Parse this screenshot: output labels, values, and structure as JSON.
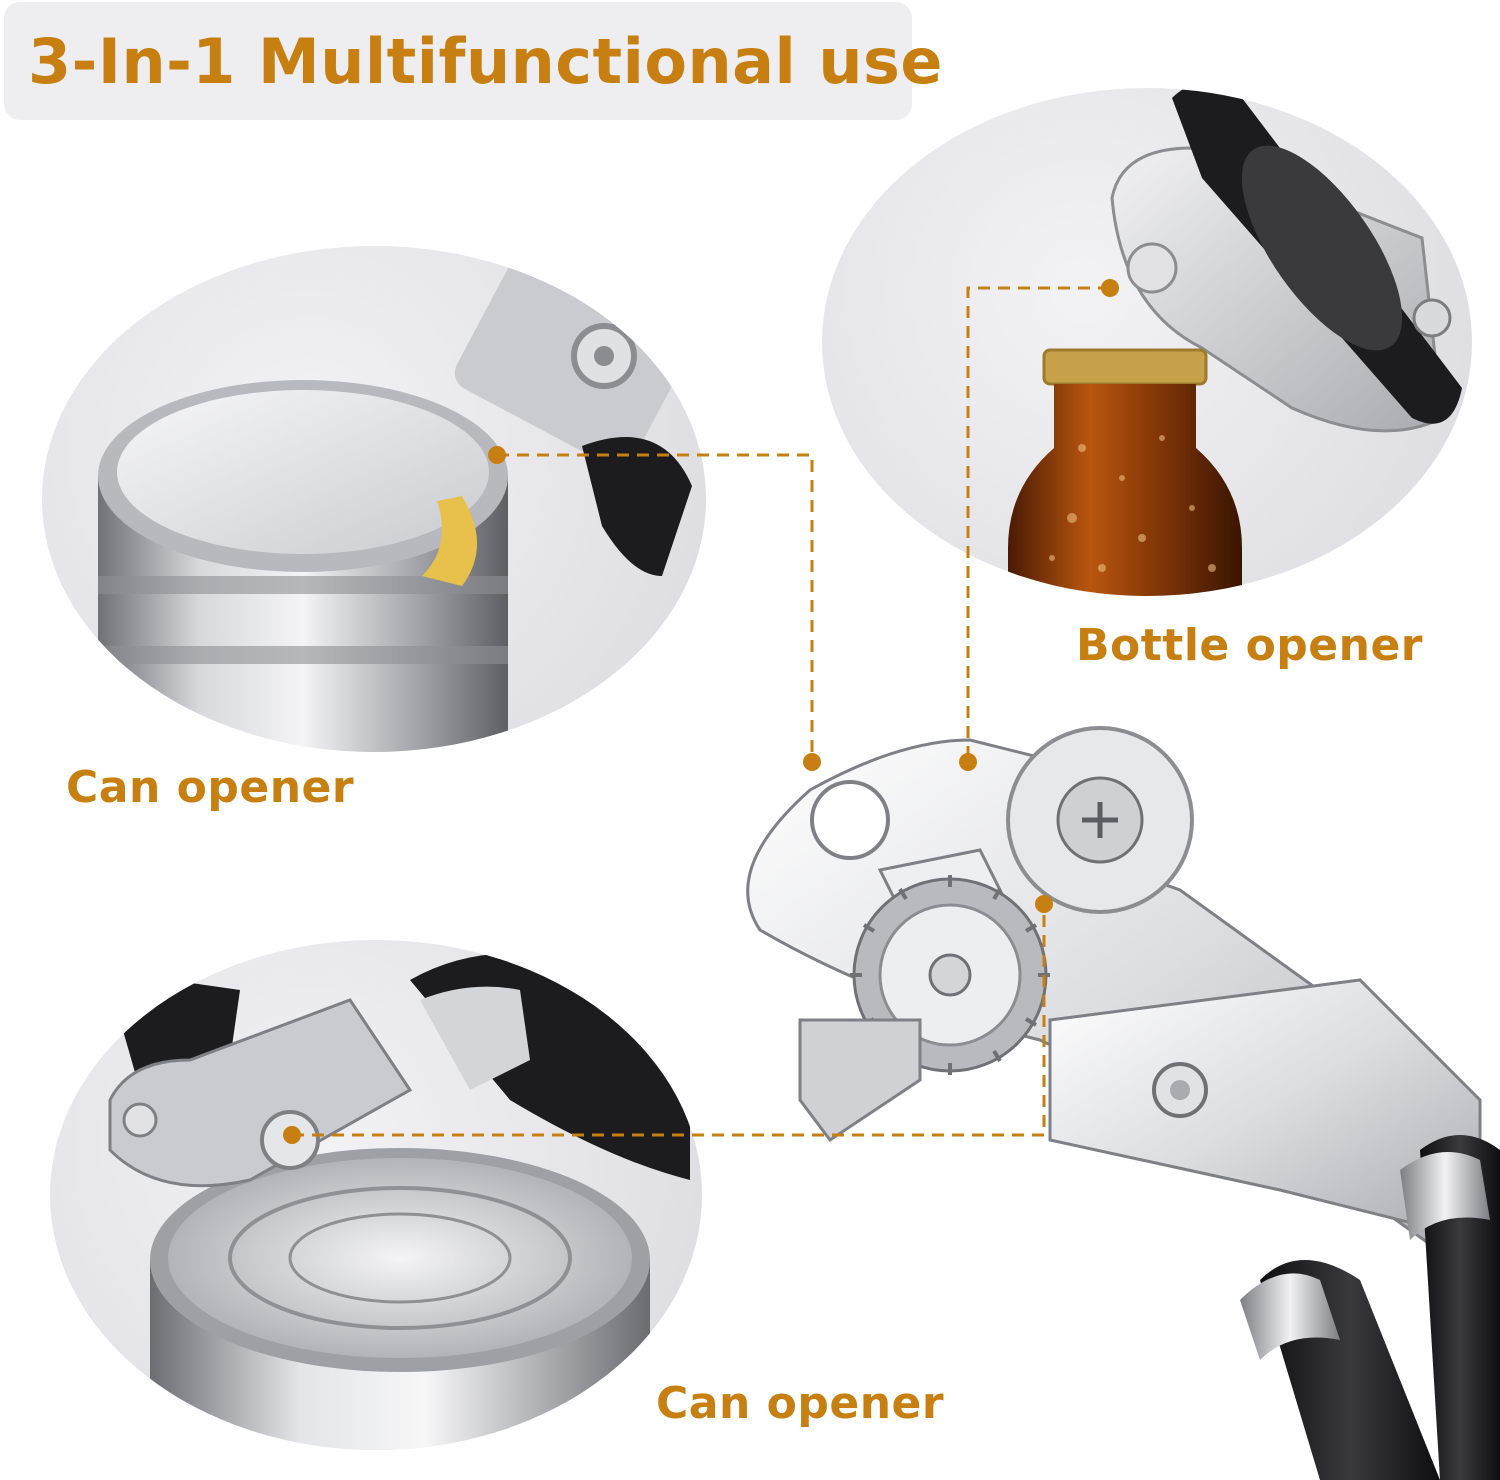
{
  "banner": {
    "title": "3-In-1 Multifunctional use"
  },
  "features": {
    "can_top": {
      "label": "Can opener"
    },
    "bottle": {
      "label": "Bottle opener"
    },
    "can_bottom": {
      "label": "Can opener"
    }
  },
  "colors": {
    "accent": "#c77f12",
    "banner_bg": "#eeeef1",
    "circle_bg": "#e2e2e6",
    "handle": "#1c1c1e",
    "steel": "#c9cbd0",
    "bottle_amber": "#8a3a08",
    "bottle_cap": "#c8a24a"
  }
}
